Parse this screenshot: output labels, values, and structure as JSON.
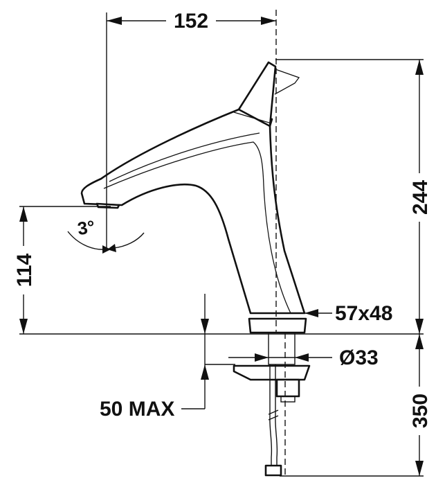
{
  "dimensions": {
    "spout_reach": "152",
    "total_height": "244",
    "spout_height": "114",
    "base_size": "57x48",
    "hole_diameter": "Ø33",
    "deck_thickness": "50 MAX",
    "hose_length": "350",
    "spout_angle": "3°"
  },
  "colors": {
    "line": "#111111",
    "background": "#ffffff"
  }
}
